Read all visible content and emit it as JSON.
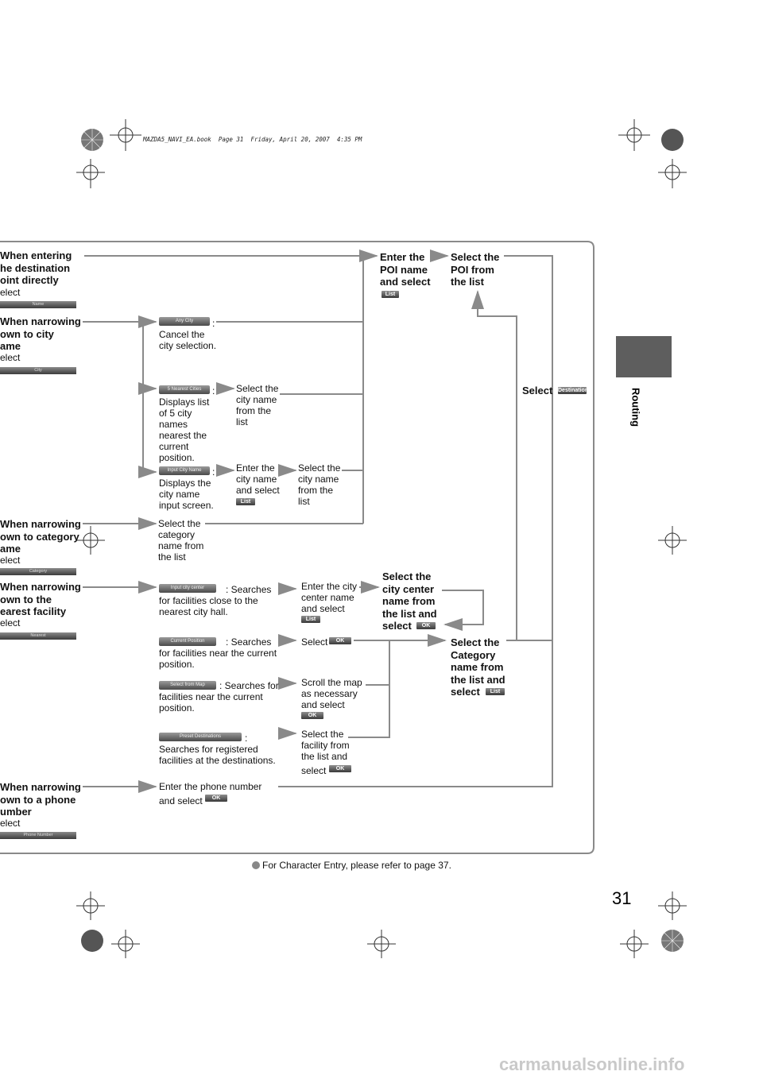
{
  "header": {
    "file_info": "MAZDA5_NAVI_EA.book  Page 31  Friday, April 20, 2007  4:35 PM"
  },
  "side_tab": {
    "label": "Routing",
    "color": "#5e5e5e"
  },
  "page_number": "31",
  "footnote": {
    "bullet_icon": "grey-circle-bullet",
    "text": "For Character Entry, please refer to page 37."
  },
  "left_column": {
    "entries": [
      {
        "lines": [
          "When entering",
          "he destination",
          "oint directly"
        ],
        "select": "elect",
        "button": "Name"
      },
      {
        "lines": [
          "When narrowing",
          "own to city",
          "ame"
        ],
        "select": "elect",
        "button": "City"
      },
      {
        "lines": [
          "When narrowing",
          "own to category",
          "ame"
        ],
        "select": "elect",
        "button": "Category"
      },
      {
        "lines": [
          "When narrowing",
          "own to the",
          "earest facility"
        ],
        "select": "elect",
        "button": "Nearest"
      },
      {
        "lines": [
          "When narrowing",
          "own to a phone",
          "umber"
        ],
        "select": "elect",
        "button": "Phone Number"
      }
    ]
  },
  "city_options": [
    {
      "button": "Any City",
      "desc_lines": [
        ":",
        "Cancel the",
        "city selection."
      ]
    },
    {
      "button": "5 Nearest Cities",
      "desc_lines": [
        ":",
        "Displays list",
        "of 5 city",
        "names",
        "nearest the",
        "current",
        "position."
      ],
      "next": [
        "Select the",
        "city name",
        "from the",
        "list"
      ]
    },
    {
      "button": "Input City Name",
      "desc_lines": [
        ":",
        "Displays the",
        "city name",
        "input screen."
      ],
      "next": [
        "Enter the",
        "city name",
        "and select"
      ],
      "next_button": "List",
      "next2": [
        "Select the",
        "city name",
        "from the",
        "list"
      ]
    }
  ],
  "category_step": [
    "Select the",
    "category",
    "name from",
    "the list"
  ],
  "nearest_options": [
    {
      "button": "Input city center",
      "desc_lines": [
        ": Searches",
        "for facilities close to the",
        "nearest city hall."
      ],
      "next": [
        "Enter the city",
        "center name",
        "and select"
      ],
      "next_button": "List"
    },
    {
      "button": "Current Position",
      "desc_lines": [
        ": Searches",
        "for facilities near the current",
        "position."
      ],
      "next": [
        "Select"
      ],
      "next_button": "OK"
    },
    {
      "button": "Select from Map",
      "desc_lines": [
        ": Searches for",
        "facilities near the current",
        "position."
      ],
      "next": [
        "Scroll the map",
        "as necessary",
        "and select"
      ],
      "next_button": "OK"
    },
    {
      "button": "Preset Destinations",
      "desc_lines": [
        ":",
        "Searches for registered",
        "facilities at the destinations."
      ],
      "next": [
        "Select the",
        "facility from",
        "the list and",
        "select"
      ],
      "next_button": "OK"
    }
  ],
  "phone_step": {
    "lines": [
      "Enter the phone number",
      "and select"
    ],
    "button": "OK"
  },
  "poi_enter": {
    "lines": [
      "Enter the",
      "POI name",
      "and select"
    ],
    "button": "List"
  },
  "poi_select": {
    "lines": [
      "Select the",
      "POI from",
      "the list"
    ]
  },
  "city_center_select": {
    "lines": [
      "Select the",
      "city center",
      "name from",
      "the list and",
      "select"
    ],
    "button": "OK"
  },
  "category_select": {
    "lines": [
      "Select the",
      "Category",
      "name from",
      "the list and",
      "select"
    ],
    "button": "List"
  },
  "final_select": {
    "label": "Select",
    "button": "Destination"
  },
  "watermark": "carmanualsonline.info"
}
